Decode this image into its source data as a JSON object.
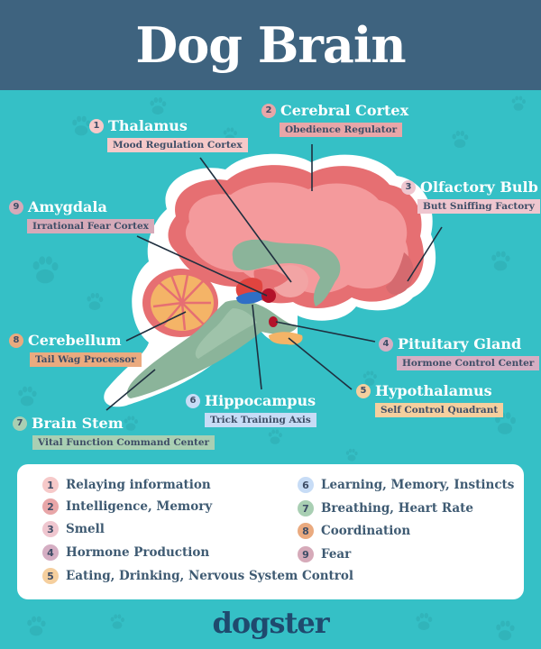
{
  "header": {
    "title": "Dog Brain"
  },
  "colors": {
    "header_bg": "#3e637f",
    "background": "#35c0c6",
    "text_dark": "#3e4d66",
    "logo": "#1f4a6e"
  },
  "parts": [
    {
      "number": "1",
      "name": "Thalamus",
      "tag": "Mood Regulation Cortex",
      "badge_color": "#f6c9c9",
      "tag_color": "#f6c9c9"
    },
    {
      "number": "2",
      "name": "Cerebral Cortex",
      "tag": "Obedience  Regulator",
      "badge_color": "#e8a6a8",
      "tag_color": "#e8a6a8"
    },
    {
      "number": "3",
      "name": "Olfactory Bulb",
      "tag": "Butt Sniffing Factory",
      "badge_color": "#efc6cf",
      "tag_color": "#efc6cf"
    },
    {
      "number": "4",
      "name": "Pituitary Gland",
      "tag": "Hormone Control Center",
      "badge_color": "#d5aec3",
      "tag_color": "#d5aec3"
    },
    {
      "number": "5",
      "name": "Hypothalamus",
      "tag": "Self Control Quadrant",
      "badge_color": "#f5cf9e",
      "tag_color": "#f5cf9e"
    },
    {
      "number": "6",
      "name": "Hippocampus",
      "tag": "Trick Training Axis",
      "badge_color": "#c7dcf6",
      "tag_color": "#c7dcf6"
    },
    {
      "number": "7",
      "name": "Brain Stem",
      "tag": "Vital Function Command Center",
      "badge_color": "#a9cfb3",
      "tag_color": "#a9cfb3"
    },
    {
      "number": "8",
      "name": "Cerebellum",
      "tag": "Tail Wag Processor",
      "badge_color": "#eaaa7f",
      "tag_color": "#eaaa7f"
    },
    {
      "number": "9",
      "name": "Amygdala",
      "tag": "Irrational Fear Cortex",
      "badge_color": "#d6aab9",
      "tag_color": "#d6aab9"
    }
  ],
  "legend": [
    {
      "number": "1",
      "text": "Relaying information"
    },
    {
      "number": "2",
      "text": "Intelligence, Memory"
    },
    {
      "number": "3",
      "text": "Smell"
    },
    {
      "number": "4",
      "text": "Hormone Production"
    },
    {
      "number": "5",
      "text": "Eating, Drinking, Nervous System Control"
    },
    {
      "number": "6",
      "text": "Learning, Memory, Instincts"
    },
    {
      "number": "7",
      "text": "Breathing, Heart Rate"
    },
    {
      "number": "8",
      "text": "Coordination"
    },
    {
      "number": "9",
      "text": "Fear"
    }
  ],
  "footer": {
    "logo": "dogster"
  }
}
